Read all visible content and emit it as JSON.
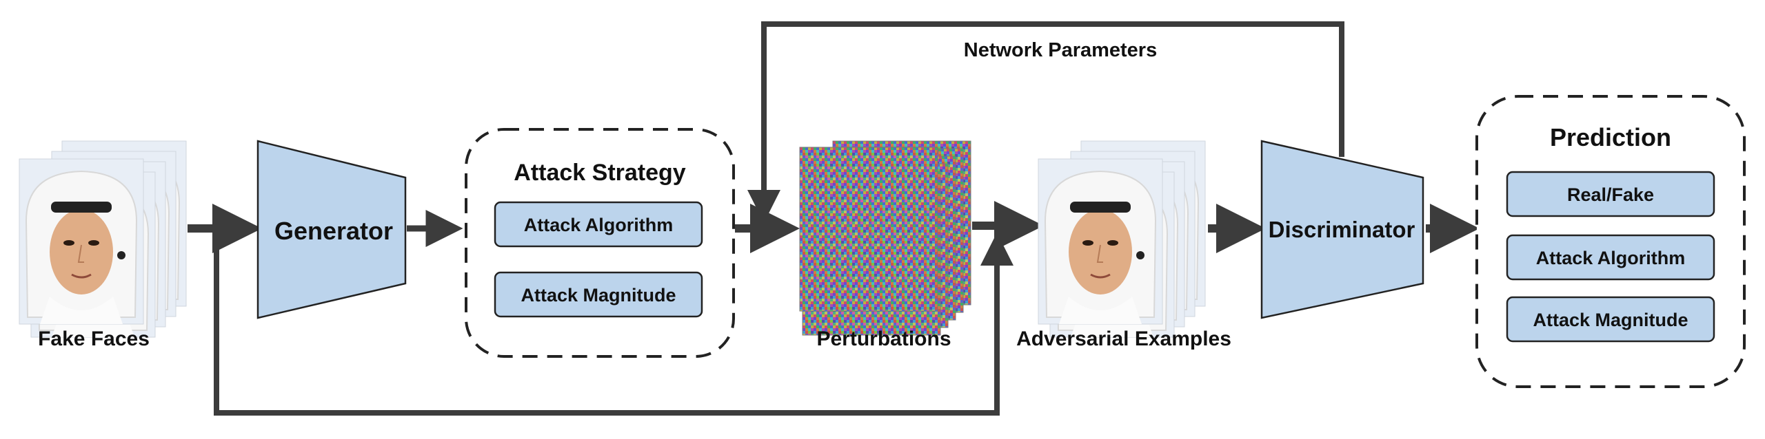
{
  "labels": {
    "fake_faces": "Fake Faces",
    "generator": "Generator",
    "perturbations": "Perturbations",
    "adversarial_examples": "Adversarial Examples",
    "discriminator": "Discriminator",
    "network_parameters": "Network Parameters"
  },
  "attack_strategy": {
    "title": "Attack Strategy",
    "items": [
      "Attack Algorithm",
      "Attack Magnitude"
    ]
  },
  "prediction": {
    "title": "Prediction",
    "items": [
      "Real/Fake",
      "Attack Algorithm",
      "Attack Magnitude"
    ]
  },
  "colors": {
    "box_fill": "#bcd4ec",
    "stroke": "#222222",
    "arrow": "#3c3c3c",
    "background": "#ffffff"
  }
}
